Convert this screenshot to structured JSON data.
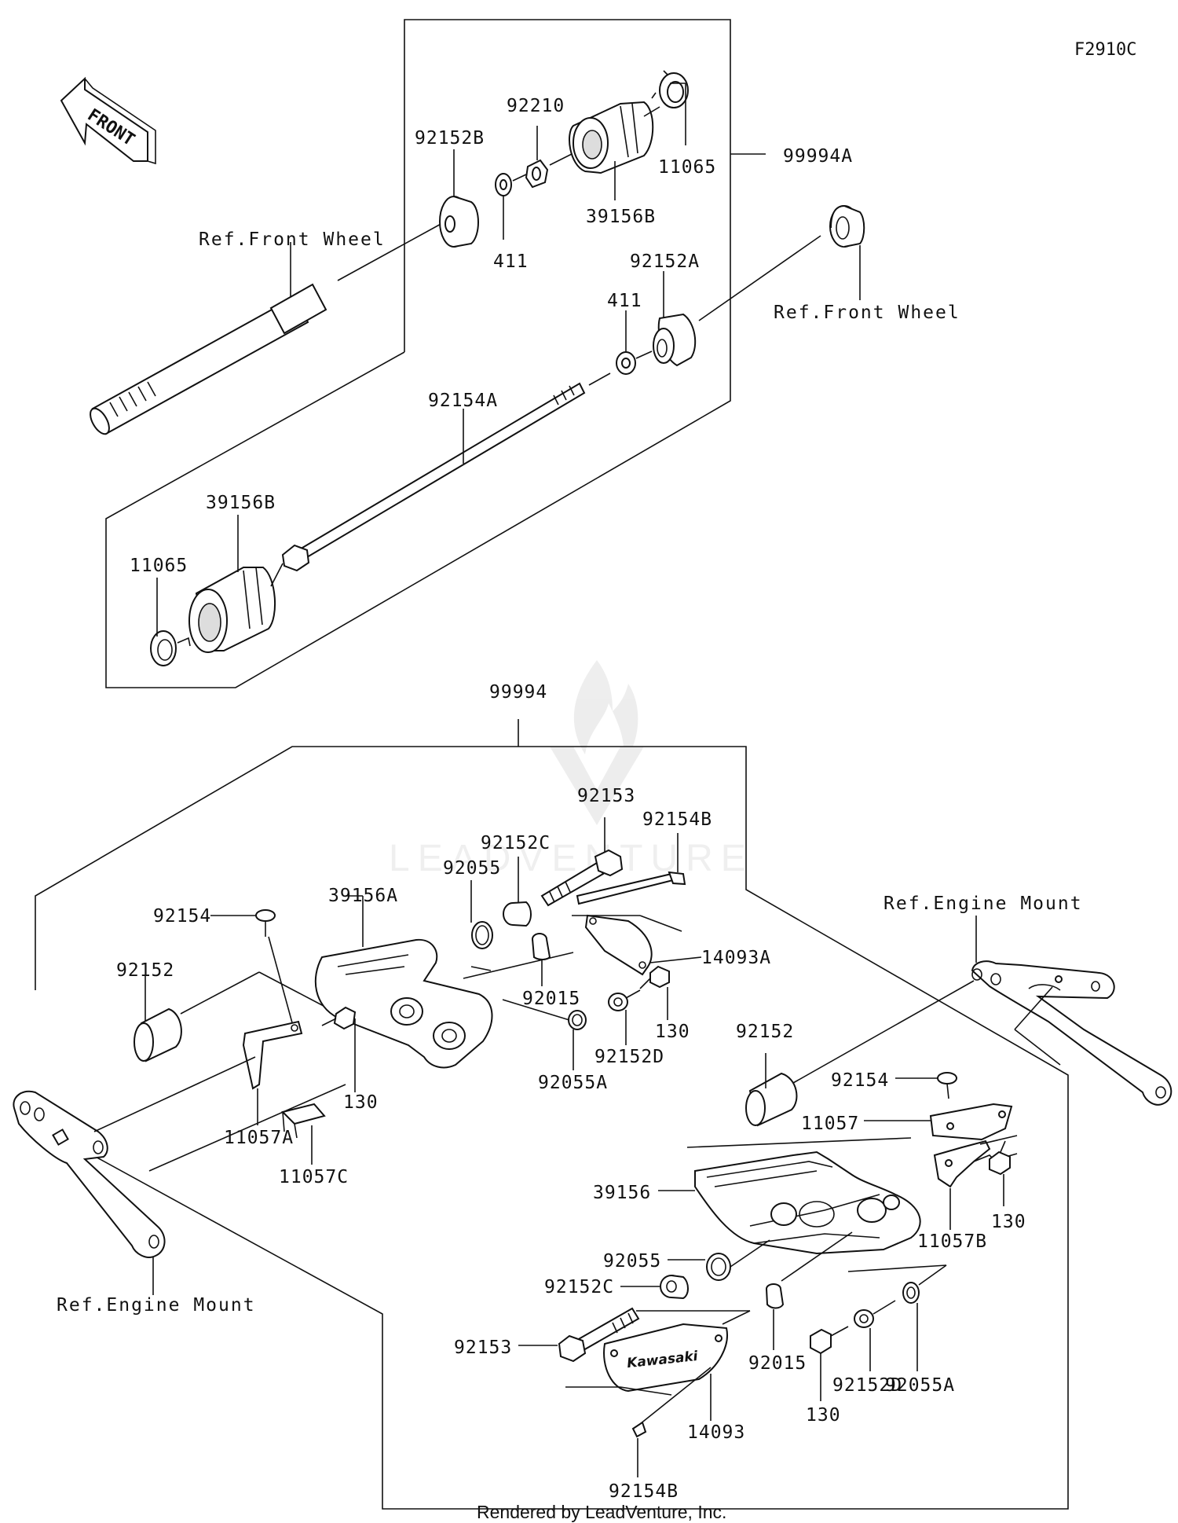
{
  "diagram_code": "F2910C",
  "front_arrow_label": "FRONT",
  "watermark": "LEADVENTURE",
  "footer": "Rendered by LeadVenture, Inc.",
  "brand_plate_text": "Kawasaki",
  "refs": {
    "front_wheel_left": "Ref.Front Wheel",
    "front_wheel_right": "Ref.Front Wheel",
    "engine_mount_right": "Ref.Engine Mount",
    "engine_mount_left": "Ref.Engine Mount"
  },
  "top_group": {
    "p92152B": "92152B",
    "p92210": "92210",
    "p11065_a": "11065",
    "p99994A": "99994A",
    "p39156B_a": "39156B",
    "p411_a": "411",
    "p92152A": "92152A",
    "p411_b": "411",
    "p92154A": "92154A",
    "p39156B_b": "39156B",
    "p11065_b": "11065"
  },
  "bottom_group": {
    "p99994": "99994",
    "p92153_a": "92153",
    "p92154B_a": "92154B",
    "p92152C_a": "92152C",
    "p92055_a": "92055",
    "p39156A": "39156A",
    "p92154_a": "92154",
    "p14093A": "14093A",
    "p92152_a": "92152",
    "p92015_a": "92015",
    "p130_a": "130",
    "p92152D_a": "92152D",
    "p130_b": "130",
    "p92055A_a": "92055A",
    "p11057A": "11057A",
    "p11057C": "11057C",
    "p92152_b": "92152",
    "p92154_b": "92154",
    "p11057": "11057",
    "p39156": "39156",
    "p130_c": "130",
    "p11057B": "11057B",
    "p92055_b": "92055",
    "p92152C_b": "92152C",
    "p92153_b": "92153",
    "p92015_b": "92015",
    "p92055A_b": "92055A",
    "p92152D_b": "92152D",
    "p130_d": "130",
    "p14093": "14093",
    "p92154B_b": "92154B"
  }
}
